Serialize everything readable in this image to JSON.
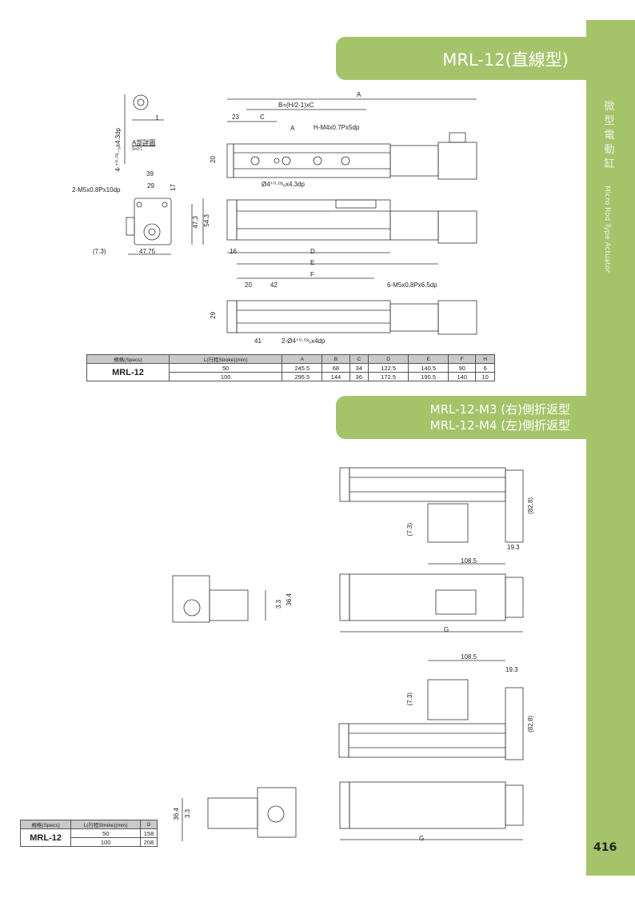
{
  "sidebar": {
    "title_cn": "微型電動缸",
    "title_en": "Micro Rod Type Actuator",
    "page_number": "416"
  },
  "section1": {
    "title": "MRL-12(直線型)",
    "labels": {
      "detail_title": "A部詳圖",
      "detail_scale": "S=2:1",
      "detail_dim": "1",
      "detail_hole": "4-⁺⁰·⁰³₋₀x4.3dp",
      "d39": "39",
      "d29": "29",
      "d17": "17",
      "tap_side": "2-M5x0.8Px10dp",
      "d47_3": "47.3",
      "d54_3": "54.3",
      "d7_3": "(7.3)",
      "d47_75": "47.75",
      "dA": "A",
      "dB": "B=(H/2-1)xC",
      "d23": "23",
      "dC": "C",
      "markA": "A",
      "tap_top": "H-M4x0.7Px5dp",
      "d20": "20",
      "hole_top": "Ø4⁺⁰·⁰³₀x4.3dp",
      "d16": "16",
      "dD": "D",
      "dE": "E",
      "dF": "F",
      "d20b": "20",
      "d42": "42",
      "tap_bottom": "6-M5x0.8Px6.5dp",
      "d29b": "29",
      "d41": "41",
      "hole_bottom": "2-Ø4⁺⁰·⁰³₀x4dp"
    }
  },
  "table1": {
    "headers": [
      "規格(Specs)",
      "L(行程Stroke)(mm)",
      "A",
      "B",
      "C",
      "D",
      "E",
      "F",
      "H"
    ],
    "model": "MRL-12",
    "rows": [
      [
        "50",
        "245.5",
        "68",
        "34",
        "122.5",
        "140.5",
        "90",
        "6"
      ],
      [
        "100",
        "295.5",
        "144",
        "36",
        "172.5",
        "190.5",
        "140",
        "10"
      ]
    ]
  },
  "section2": {
    "title_line1": "MRL-12-M3 (右)側折返型",
    "title_line2": "MRL-12-M4 (左)側折返型",
    "labels": {
      "d82_8a": "(82.8)",
      "d7_3a": "(7.3)",
      "d19_3a": "19.3",
      "d108_5a": "108.5",
      "d3_3a": "3.3",
      "d36_4a": "36.4",
      "dGa": "G",
      "d108_5b": "108.5",
      "d19_3b": "19.3",
      "d7_3b": "(7.3)",
      "d82_8b": "(82.8)",
      "d36_4b": "36.4",
      "d3_3b": "3.3",
      "dGb": "G"
    }
  },
  "table2": {
    "headers": [
      "規格(Specs)",
      "L(行程Stroke)(mm)",
      "G"
    ],
    "model": "MRL-12",
    "rows": [
      [
        "50",
        "158"
      ],
      [
        "100",
        "208"
      ]
    ]
  },
  "colors": {
    "accent": "#a5c46a"
  }
}
